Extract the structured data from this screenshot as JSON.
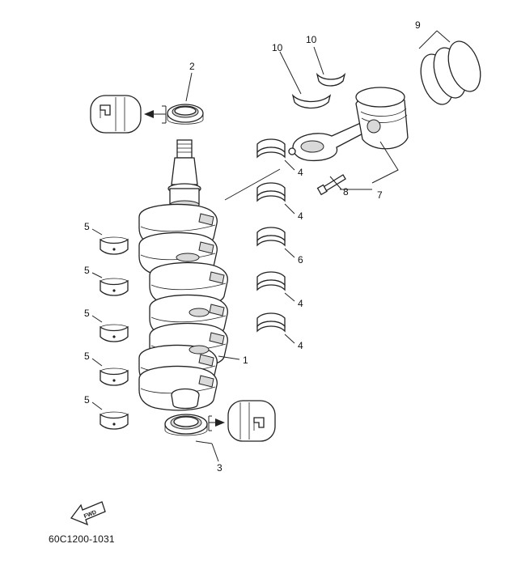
{
  "diagram": {
    "code": "60C1200-1031",
    "fwd_label": "FWD",
    "callouts": [
      {
        "id": "c1",
        "label": "1"
      },
      {
        "id": "c2",
        "label": "2"
      },
      {
        "id": "c3",
        "label": "3"
      },
      {
        "id": "c4a",
        "label": "4"
      },
      {
        "id": "c4b",
        "label": "4"
      },
      {
        "id": "c4c",
        "label": "4"
      },
      {
        "id": "c4d",
        "label": "4"
      },
      {
        "id": "c5a",
        "label": "5"
      },
      {
        "id": "c5b",
        "label": "5"
      },
      {
        "id": "c5c",
        "label": "5"
      },
      {
        "id": "c5d",
        "label": "5"
      },
      {
        "id": "c5e",
        "label": "5"
      },
      {
        "id": "c6",
        "label": "6"
      },
      {
        "id": "c7",
        "label": "7"
      },
      {
        "id": "c8",
        "label": "8"
      },
      {
        "id": "c9",
        "label": "9"
      },
      {
        "id": "c10a",
        "label": "10"
      },
      {
        "id": "c10b",
        "label": "10"
      }
    ]
  }
}
